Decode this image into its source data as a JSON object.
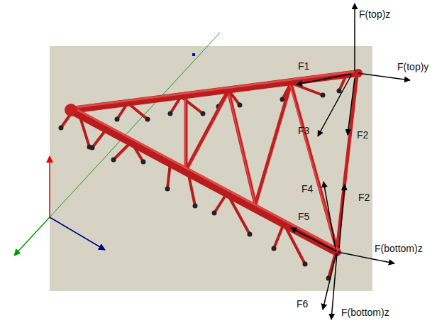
{
  "diagram": {
    "labels": [
      "F(top)z",
      "F(top)y",
      "F1",
      "F3",
      "F2",
      "F2",
      "F4",
      "F5",
      "F(bottom)z",
      "F6",
      "F(bottom)z"
    ]
  }
}
